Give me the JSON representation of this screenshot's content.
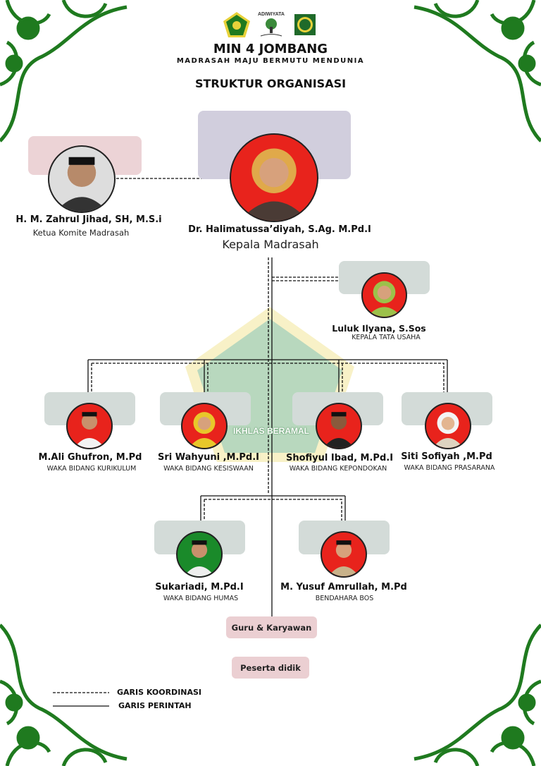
{
  "header": {
    "school": "MIN 4 JOMBANG",
    "motto": "MADRASAH MAJU BERMUTU MENDUNIA",
    "title": "STRUKTUR ORGANISASI",
    "logos": [
      "kemenag-logo",
      "adiwiyata-logo",
      "school-logo"
    ],
    "adiwiyata_text": "ADIWIYATA"
  },
  "watermark": {
    "text": "IKHLAS BERAMAL"
  },
  "colors": {
    "green": "#1f7a1f",
    "pink_box": "#ecd3d6",
    "lavender_box": "#d1cedd",
    "grey_box": "#d3dbd8",
    "photo_bg": "#e8231c"
  },
  "committee": {
    "name": "H. M. Zahrul Jihad, SH, M.S.i",
    "role": "Ketua Komite Madrasah"
  },
  "head": {
    "name": "Dr. Halimatussa’diyah, S.Ag. M.Pd.I",
    "role": "Kepala Madrasah"
  },
  "admin": {
    "name": "Luluk Ilyana, S.Sos",
    "role": "KEPALA TATA USAHA"
  },
  "vice": [
    {
      "name": "M.Ali Ghufron, M.Pd",
      "role": "WAKA BIDANG KURIKULUM"
    },
    {
      "name": "Sri Wahyuni ,M.Pd.I",
      "role": "WAKA BIDANG KESISWAAN"
    },
    {
      "name": "Shofiyul Ibad, M.Pd.I",
      "role": "WAKA BIDANG KEPONDOKAN"
    },
    {
      "name": "Siti Sofiyah ,M.Pd",
      "role": "WAKA BIDANG PRASARANA"
    }
  ],
  "lower": [
    {
      "name": "Sukariadi, M.Pd.I",
      "role": "WAKA BIDANG HUMAS"
    },
    {
      "name": "M. Yusuf Amrullah, M.Pd",
      "role": "BENDAHARA BOS"
    }
  ],
  "staff": "Guru & Karyawan",
  "students": "Peserta didik",
  "legend": {
    "dashed": "GARIS KOORDINASI",
    "solid": "GARIS PERINTAH"
  }
}
